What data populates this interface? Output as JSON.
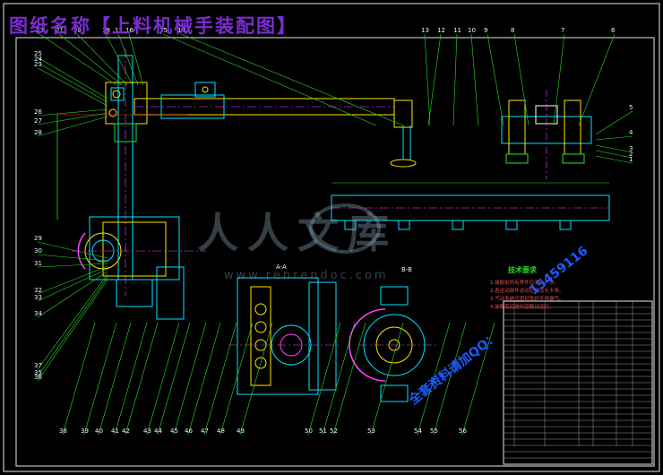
{
  "title": "图纸名称【上料机械手装配图】",
  "part_labels_top": [
    "22",
    "21",
    "20",
    "18",
    "17",
    "16",
    "15",
    "14",
    "13",
    "12",
    "11",
    "10",
    "9",
    "8",
    "7",
    "6"
  ],
  "part_labels_left": [
    "25",
    "24",
    "23",
    "26",
    "27",
    "28",
    "29",
    "30",
    "31",
    "32",
    "33",
    "34",
    "37",
    "35",
    "36"
  ],
  "part_labels_bottom": [
    "38",
    "39",
    "40",
    "41",
    "42",
    "43",
    "44",
    "45",
    "46",
    "47",
    "48",
    "49",
    "50",
    "51",
    "52",
    "53",
    "54",
    "55",
    "56"
  ],
  "part_labels_right": [
    "5",
    "4",
    "3",
    "2",
    "1"
  ],
  "section_labels": [
    "A-A",
    "B-B"
  ],
  "notes": {
    "title": "技术要求",
    "lines": [
      "1.装配前所有零件应清洗干净。",
      "2.各运动部件运动应灵活无卡滞。",
      "3.气动系统应密封良好不得漏气。",
      "4.装配后应进行空载试运行。"
    ]
  },
  "watermark": {
    "brand": "人人文库",
    "url": "www.renrendoc.com"
  },
  "promo_lines": [
    "全套资料请加QQ：",
    "15459116"
  ],
  "colors": {
    "title": "#7a2ccf",
    "line_cyan": "#00e5ff",
    "line_yellow": "#ffe600",
    "line_green": "#28e028",
    "line_red": "#ff2a2a",
    "line_magenta": "#ff40ff",
    "frame": "#e8e8e8",
    "promo": "#1a5cff"
  }
}
